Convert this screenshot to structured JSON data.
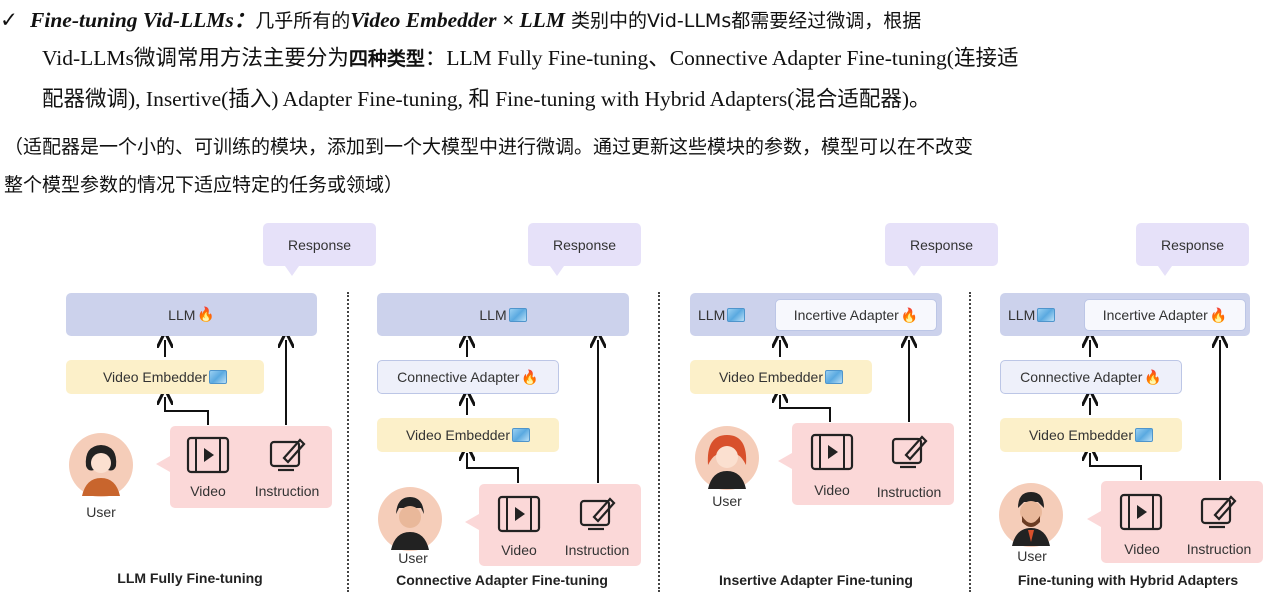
{
  "text": {
    "line1_title": "Fine-tuning Vid-LLMs：",
    "line1_a": "几乎所有的",
    "line1_em": "Video Embedder × LLM",
    "line1_b": " 类别中的Vid-LLMs都需要经过微调，根据",
    "line2_a": "Vid-LLMs微调常用方法主要分为",
    "line2_bold": "四种类型",
    "line2_b": "：LLM Fully Fine-tuning、Connective Adapter Fine-tuning(连接适",
    "line3": "配器微调), Insertive(插入) Adapter Fine-tuning, 和 Fine-tuning with Hybrid Adapters(混合适配器)。",
    "note1": "（适配器是一个小的、可训练的模块，添加到一个大模型中进行微调。通过更新这些模块的参数，模型可以在不改变",
    "note2": "整个模型参数的情况下适应特定的任务或领域）"
  },
  "diagram": {
    "response": "Response",
    "llm": "LLM",
    "video_embedder": "Video Embedder",
    "connective_adapter": "Connective Adapter",
    "incertive_adapter": "Incertive Adapter",
    "video": "Video",
    "instruction": "Instruction",
    "user": "User",
    "captions": [
      "LLM Fully Fine-tuning",
      "Connective Adapter Fine-tuning",
      "Insertive Adapter Fine-tuning",
      "Fine-tuning with Hybrid Adapters"
    ]
  },
  "colors": {
    "response": "#e6e1f9",
    "llm": "#ccd2ec",
    "embedder": "#fcf0c9",
    "input_box": "#fbd8d8",
    "user_bg": "#f5cdb9"
  },
  "icons": [
    "checkmark-icon",
    "fire-icon",
    "ice-icon",
    "video-icon",
    "instruction-icon",
    "user-icon"
  ]
}
